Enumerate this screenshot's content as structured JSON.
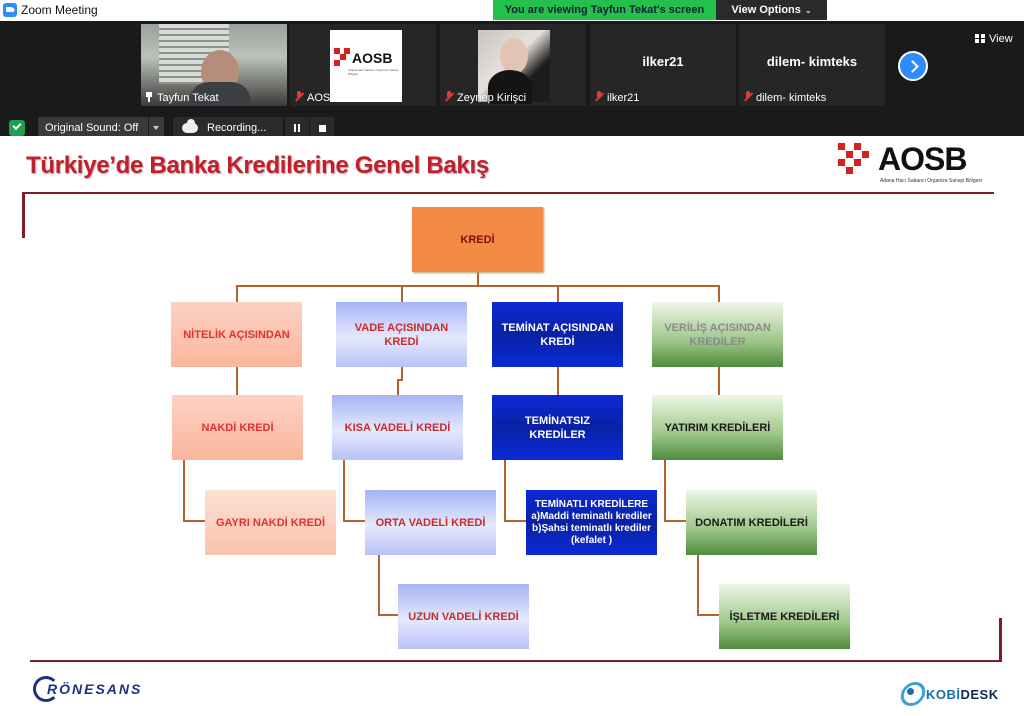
{
  "window": {
    "title": "Zoom Meeting",
    "viewing_banner": "You are viewing Tayfun Tekat's screen",
    "view_options": "View Options"
  },
  "participants": [
    {
      "name": "Tayfun Tekat",
      "pinned": true,
      "muted": false
    },
    {
      "name": "AOSB",
      "muted": true,
      "tile_logo": "AOSB"
    },
    {
      "name": "Zeynep Kirişci",
      "muted": true
    },
    {
      "name": "ilker21",
      "muted": true
    },
    {
      "name": "dilem- kimteks",
      "muted": true
    }
  ],
  "controls": {
    "view_label": "View",
    "original_sound": "Original Sound: Off",
    "recording": "Recording..."
  },
  "slide": {
    "title": "Türkiye’de Banka Kredilerine  Genel Bakış",
    "logo": {
      "word": "AOSB",
      "tagline": "Adana Hacı Sabancı Organize Sanayi Bölgesi"
    },
    "footer_left": "RÖNESANS",
    "footer_right": {
      "prefix": "KOBİ",
      "suffix": "DESK"
    },
    "chart": {
      "root": "KREDİ",
      "categories": {
        "nitelik": "NİTELİK AÇISINDAN",
        "vade": "VADE AÇISINDAN KREDİ",
        "teminat": "TEMİNAT AÇISINDAN KREDİ",
        "verilis": "VERİLİŞ AÇISINDAN KREDİLER"
      },
      "nitelik_items": [
        "NAKDİ KREDİ",
        "GAYRI NAKDİ KREDİ"
      ],
      "vade_items": [
        "KISA VADELİ KREDİ",
        "ORTA VADELİ KREDİ",
        "UZUN VADELİ KREDİ"
      ],
      "teminat_items": {
        "teminatsiz": "TEMİNATSIZ KREDİLER",
        "teminatli_title": "TEMİNATLI KREDİLERE",
        "teminatli_a": "a)Maddi teminatlı krediler",
        "teminatli_b": "b)Şahsi teminatlı krediler",
        "teminatli_c": "(kefalet )"
      },
      "verilis_items": [
        "YATIRIM  KREDİLERİ",
        "DONATIM KREDİLERİ",
        "İŞLETME KREDİLERİ"
      ]
    }
  },
  "colors": {
    "zoom_blue": "#2d8cff",
    "banner_green": "#23c04c",
    "title_red": "#c0202e",
    "rule": "#7a1d26",
    "root_orange": "#f58a45",
    "connector": "#b5622f"
  }
}
